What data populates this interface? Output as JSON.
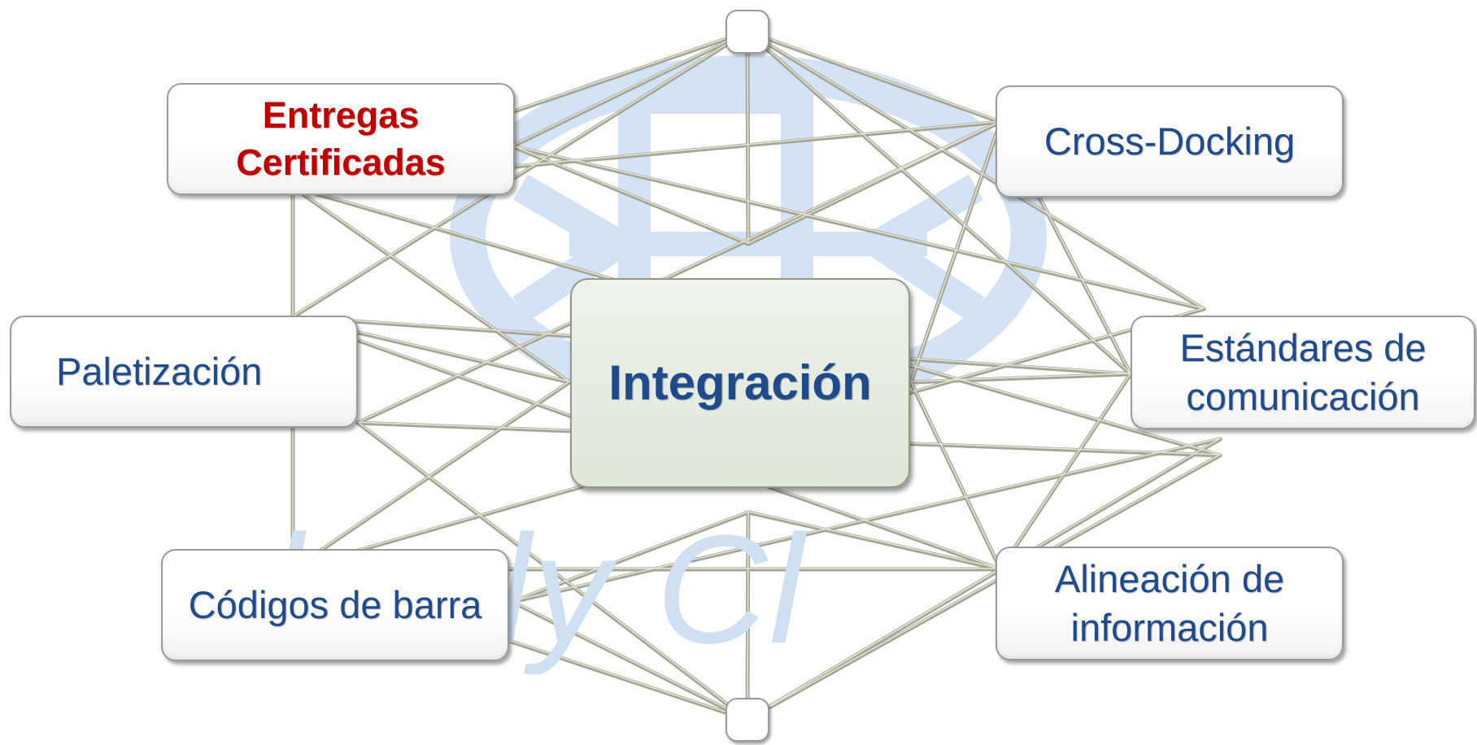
{
  "diagram": {
    "center": "Integración",
    "nodes": {
      "entregas": [
        "Entregas",
        "Certificadas"
      ],
      "cross_docking": [
        "Cross-Docking"
      ],
      "paletizacion": [
        "Paletización"
      ],
      "estandares": [
        "Estándares de",
        "comunicación"
      ],
      "codigos": [
        "Códigos de barra"
      ],
      "alineacion": [
        "Alineación de",
        "información"
      ]
    },
    "watermark": "berly Cl"
  },
  "colors": {
    "node_text": "#1f4a8c",
    "highlight_text": "#c00000",
    "connector": "#9c9c8c",
    "watermark": "#cfe0f3",
    "center_fill": "#dfe7d9"
  }
}
